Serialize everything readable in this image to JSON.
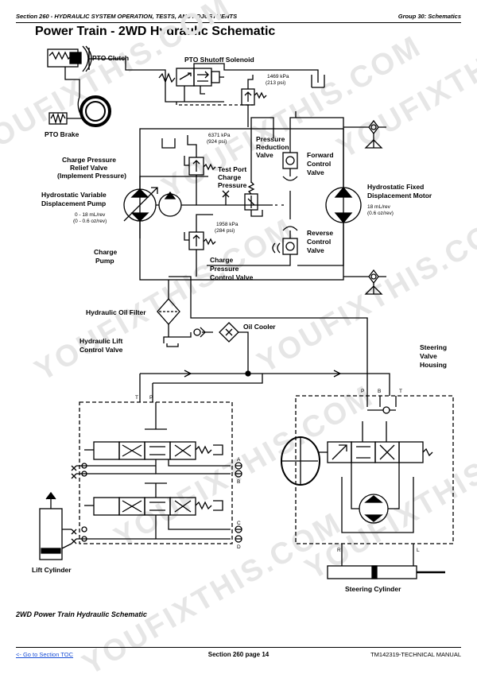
{
  "header": {
    "section": "Section 260 - HYDRAULIC SYSTEM OPERATION, TESTS, AND ADJUSTMENTS",
    "group": "Group 30: Schematics"
  },
  "title": "Power Train - 2WD Hydraulic Schematic",
  "labels": {
    "pto_clutch": "PTO Clutch",
    "pto_shutoff": "PTO Shutoff Solenoid",
    "pto_brake": "PTO Brake",
    "p1469_a": "1469 kPa",
    "p1469_b": "(213 psi)",
    "p6371_a": "6371 kPa",
    "p6371_b": "(924 psi)",
    "charge_relief_1": "Charge Pressure",
    "charge_relief_2": "Relief Valve",
    "charge_relief_3": "(Implement Pressure)",
    "test_port_1": "Test Port",
    "test_port_2": "Charge",
    "test_port_3": "Pressure",
    "prv_1": "Pressure",
    "prv_2": "Reduction",
    "prv_3": "Valve",
    "fwd_1": "Forward",
    "fwd_2": "Control",
    "fwd_3": "Valve",
    "pump_1": "Hydrostatic Variable",
    "pump_2": "Displacement Pump",
    "pump_3": "0 - 18 mL/rev",
    "pump_4": "(0 - 0.6 oz/rev)",
    "motor_1": "Hydrostatic Fixed",
    "motor_2": "Displacement Motor",
    "motor_3": "18 mL/rev",
    "motor_4": "(0.6 oz/rev)",
    "p1958_a": "1958 kPa",
    "p1958_b": "(284 psi)",
    "rev_1": "Reverse",
    "rev_2": "Control",
    "rev_3": "Valve",
    "chg_pump_1": "Charge",
    "chg_pump_2": "Pump",
    "chg_ctrl_1": "Charge",
    "chg_ctrl_2": "Pressure",
    "chg_ctrl_3": "Control Valve",
    "filter": "Hydraulic Oil Filter",
    "cooler": "Oil Cooler",
    "lift_1": "Hydraulic Lift",
    "lift_2": "Control Valve",
    "steer_1": "Steering",
    "steer_2": "Valve",
    "steer_3": "Housing",
    "lift_cyl": "Lift Cylinder",
    "steer_cyl": "Steering Cylinder"
  },
  "ports": {
    "t_left": "T",
    "p_left": "P",
    "a": "A",
    "b": "B",
    "c": "C",
    "d": "D",
    "p_right": "P",
    "b_right": "B",
    "t_right": "T",
    "r": "R",
    "l": "L"
  },
  "watermark": "YOUFIXTHIS.COM",
  "caption": "2WD Power Train Hydraulic Schematic",
  "footer": {
    "toc": "<- Go to Section TOC",
    "page": "Section 260 page 14",
    "manual": "TM142319-TECHNICAL MANUAL"
  }
}
